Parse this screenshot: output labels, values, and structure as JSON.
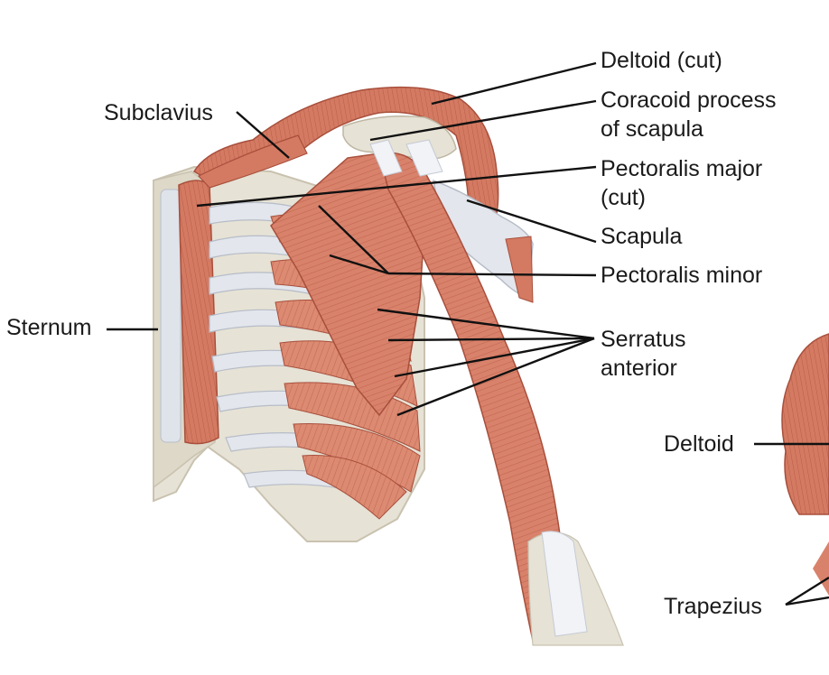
{
  "labels": {
    "deltoid_cut": "Deltoid (cut)",
    "coracoid_1": "Coracoid process",
    "coracoid_2": "of scapula",
    "pec_major_1": "Pectoralis major",
    "pec_major_2": "(cut)",
    "scapula": "Scapula",
    "pec_minor": "Pectoralis minor",
    "serratus_1": "Serratus",
    "serratus_2": "anterior",
    "subclavius": "Subclavius",
    "sternum": "Sternum",
    "deltoid": "Deltoid",
    "trapezius": "Trapezius"
  },
  "colors": {
    "muscle": "#d9826b",
    "muscle_dark": "#b65a45",
    "muscle_light": "#e8a08a",
    "bone": "#e6e2d5",
    "bone_shade": "#cfc9b8",
    "cartilage": "#dfe3ea",
    "tendon": "#f1f3f7",
    "leader": "#111111"
  }
}
